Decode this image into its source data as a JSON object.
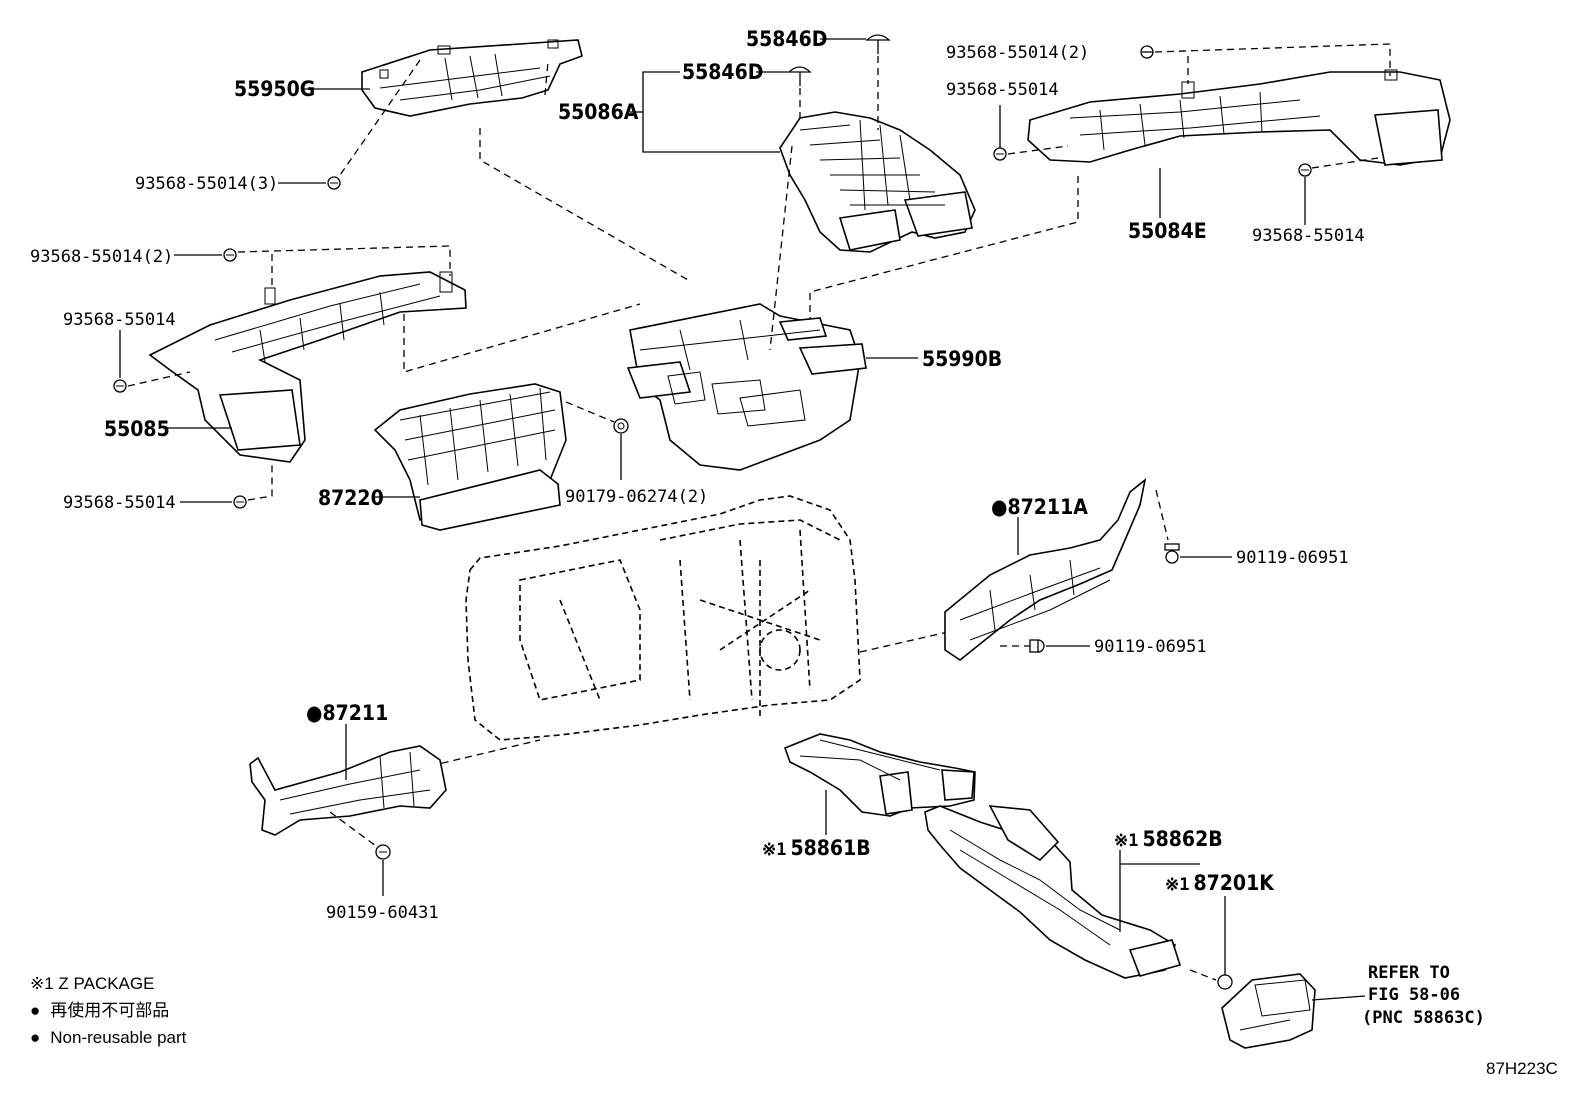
{
  "labels": {
    "p55950G": "55950G",
    "p93568_3": "93568-55014(3)",
    "p55846D_top": "55846D",
    "p55846D_mid": "55846D",
    "p55086A": "55086A",
    "p93568_2_top": "93568-55014(2)",
    "p93568_right1": "93568-55014",
    "p55084E": "55084E",
    "p93568_right2": "93568-55014",
    "p93568_2_left": "93568-55014(2)",
    "p93568_left1": "93568-55014",
    "p55085": "55085",
    "p93568_left2": "93568-55014",
    "p55990B": "55990B",
    "p87220": "87220",
    "p90179": "90179-06274(2)",
    "p87211A": "87211A",
    "p90119_a": "90119-06951",
    "p90119_b": "90119-06951",
    "p87211": "87211",
    "p90159": "90159-60431",
    "p58861B": "58861B",
    "p58862B": "58862B",
    "p87201K": "87201K"
  },
  "markers": {
    "z_package": "※1",
    "non_reusable": "●"
  },
  "refer": {
    "line1": "REFER TO",
    "line2": "FIG 58-06",
    "line3": "(PNC 58863C)"
  },
  "legend": {
    "z_note": "※1 Z PACKAGE",
    "jp_note": "再使用不可部品",
    "en_note": "Non-reusable part",
    "bullet": "●"
  },
  "figure_code": "87H223C"
}
